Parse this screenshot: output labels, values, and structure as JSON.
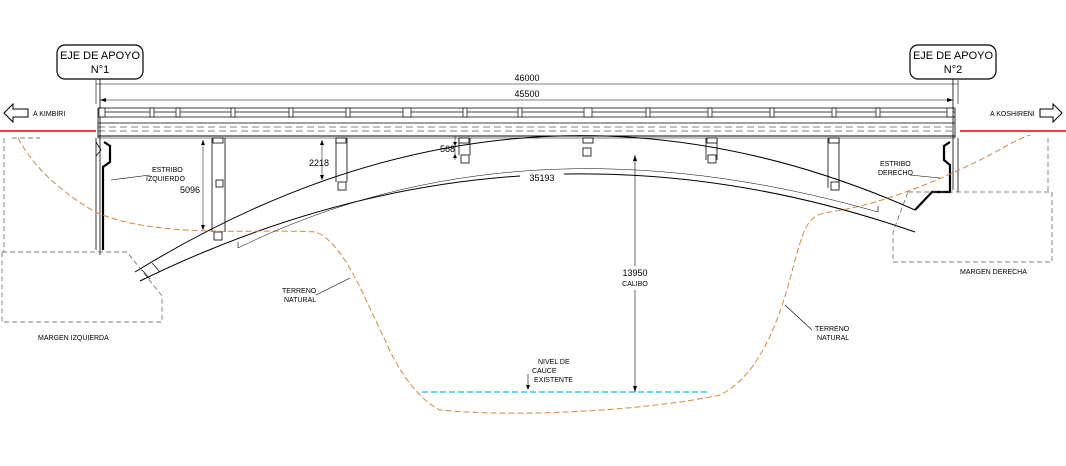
{
  "axes": {
    "left": {
      "line1": "EJE DE APOYO",
      "line2": "N°1"
    },
    "right": {
      "line1": "EJE DE APOYO",
      "line2": "N°2"
    }
  },
  "directions": {
    "left": "A KIMBIRI",
    "right": "A KOSHIRENI"
  },
  "dimensions": {
    "total": "46000",
    "span": "45500",
    "arch": "35193",
    "d568": "568",
    "d2218": "2218",
    "d5096": "5096",
    "clearance": "13950",
    "clearance_label": "CALIBO"
  },
  "labels": {
    "estribo_izq": [
      "ESTRIBO",
      "IZQUIERDO"
    ],
    "estribo_der": [
      "ESTRIBO",
      "DERECHO"
    ],
    "terreno_left": [
      "TERRENO",
      "NATURAL"
    ],
    "terreno_right": [
      "TERRENO",
      "NATURAL"
    ],
    "nivel": [
      "NIVEL  DE",
      "CAUCE",
      "EXISTENTE"
    ],
    "margen_izq": "MARGEN  IZQUIERDA",
    "margen_der": "MARGEN  DERECHA"
  },
  "colors": {
    "line": "#000000",
    "grey": "#555555",
    "ground": "#d08a3a",
    "road_level": "#e60000",
    "water": "#00c8e6"
  }
}
